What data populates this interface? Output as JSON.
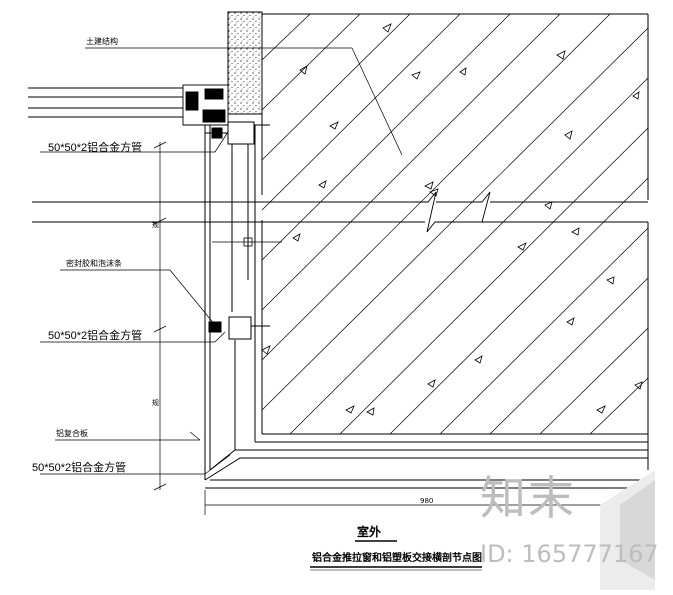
{
  "labels": {
    "civil_structure": "土建结构",
    "tube_top": "50*50*2铝合金方管",
    "sealant": "密封胶和泡沫条",
    "tube_mid": "50*50*2铝合金方管",
    "composite_panel": "铝复合板",
    "tube_bottom": "50*50*2铝合金方管"
  },
  "dimensions": {
    "width": "980",
    "upper": "规",
    "lower": "规"
  },
  "title": "室外",
  "subtitle": "铝合金推拉窗和铝塑板交接横剖节点图",
  "watermark": {
    "brand": "知末",
    "id": "ID: 165777167"
  }
}
